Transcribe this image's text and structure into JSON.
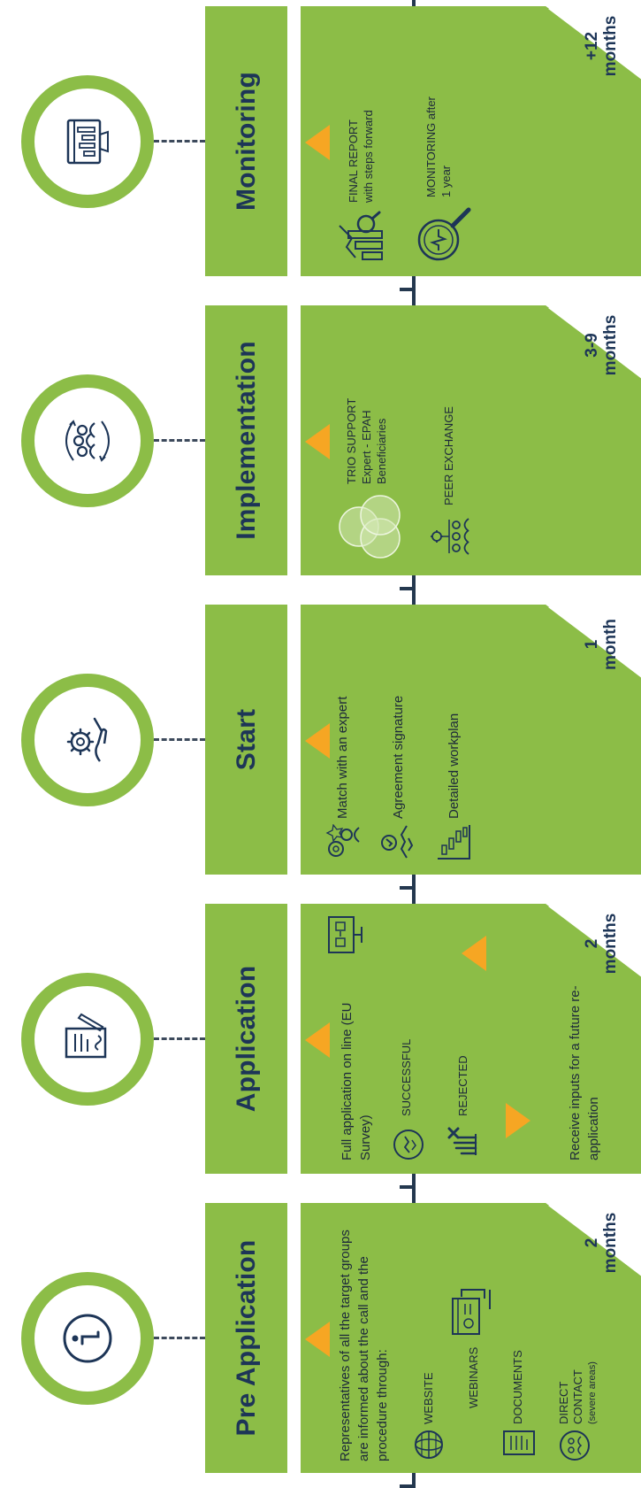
{
  "phases": [
    {
      "title": "Pre Application",
      "icon": "info-icon",
      "intro": "Representatives of all the target groups are informed about the call and the procedure through:",
      "channels": [
        "WEBSITE",
        "WEBINARS",
        "DOCUMENTS",
        "DIRECT CONTACT",
        "(severe areas)"
      ],
      "duration_value": "2",
      "duration_unit": "months"
    },
    {
      "title": "Application",
      "icon": "document-sign-icon",
      "steps": [
        "Full application on line (EU Survey)",
        "SUCCESSFUL",
        "REJECTED",
        "Receive inputs for a future re-application"
      ],
      "duration_value": "2",
      "duration_unit": "months"
    },
    {
      "title": "Start",
      "icon": "gear-hand-icon",
      "steps": [
        "Match with an expert",
        "Agreement signature",
        "Detailed workplan"
      ],
      "duration_value": "1",
      "duration_unit": "month"
    },
    {
      "title": "Implementation",
      "icon": "team-cycle-icon",
      "steps": [
        "TRIO SUPPORT",
        "Expert - EPAH",
        "Beneficiaries",
        "PEER EXCHANGE"
      ],
      "duration_value": "3-9",
      "duration_unit": "months"
    },
    {
      "title": "Monitoring",
      "icon": "dashboard-icon",
      "steps": [
        "FINAL REPORT",
        "with steps forward",
        "MONITORING after",
        "1 year"
      ],
      "duration_value": "+12",
      "duration_unit": "months"
    }
  ],
  "colors": {
    "green": "#8cbd47",
    "navy": "#1d3557",
    "orange": "#f6a623",
    "line": "#24384f"
  }
}
